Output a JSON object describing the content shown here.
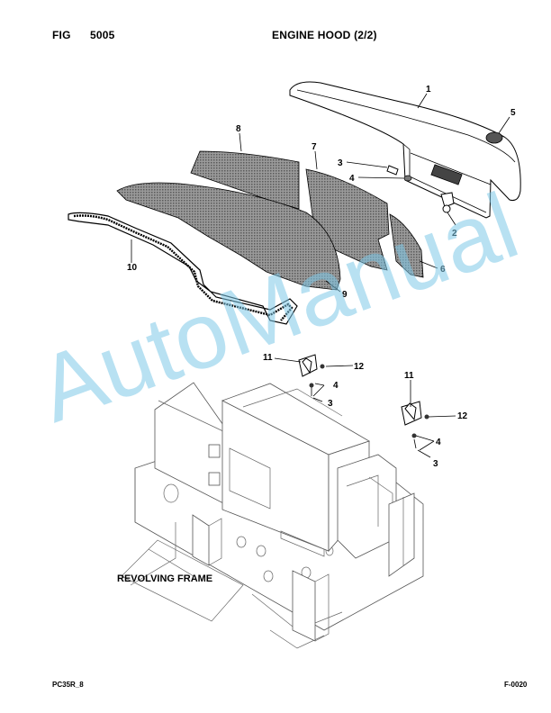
{
  "header": {
    "fig_label": "FIG",
    "fig_number": "5005",
    "title": "ENGINE HOOD (2/2)"
  },
  "callouts": {
    "c1": "1",
    "c2": "2",
    "c3a": "3",
    "c3b": "3",
    "c3c": "3",
    "c4a": "4",
    "c4b": "4",
    "c4c": "4",
    "c5": "5",
    "c6": "6",
    "c7": "7",
    "c8": "8",
    "c9": "9",
    "c10": "10",
    "c11a": "11",
    "c11b": "11",
    "c12a": "12",
    "c12b": "12"
  },
  "frame_label": "REVOLVING FRAME",
  "watermark": "AutoManual",
  "footer": {
    "model": "PC35R_8",
    "code": "F-0020"
  },
  "colors": {
    "watermark": "#7ec8e8",
    "line": "#000000",
    "pad_fill": "#8a8a8a"
  }
}
